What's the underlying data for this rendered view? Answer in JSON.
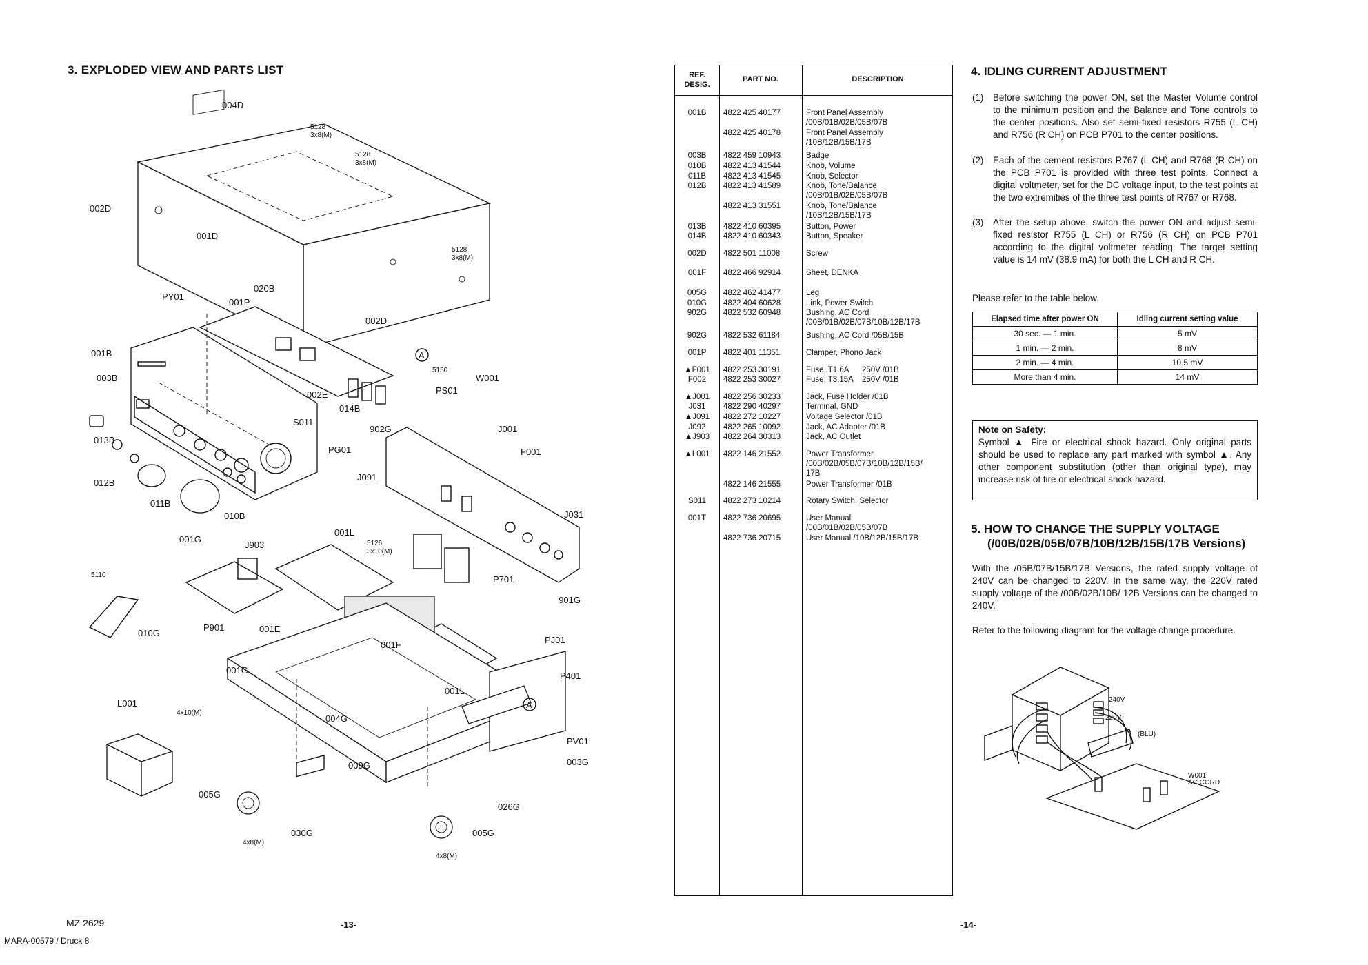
{
  "left": {
    "title": "3. EXPLODED VIEW AND PARTS LIST",
    "model": "MZ 2629",
    "doc_ref": "MARA-00579 / Druck 8",
    "page_number": "-13-",
    "labels": {
      "l004d": "004D",
      "l002d_a": "002D",
      "l001d": "001D",
      "l5128": "5128",
      "l3x8m": "3x8(M)",
      "py01": "PY01",
      "l001p": "001P",
      "l020b": "020B",
      "l002d_b": "002D",
      "l001b": "001B",
      "l003b": "003B",
      "l002e": "002E",
      "l014b": "014B",
      "ps01": "PS01",
      "w001": "W001",
      "s011": "S011",
      "pg01": "PG01",
      "l013b": "013B",
      "l902g": "902G",
      "j001": "J001",
      "f001": "F001",
      "l012b": "012B",
      "l011b": "011B",
      "l010b": "010B",
      "j091": "J091",
      "j031": "J031",
      "l001g_a": "001G",
      "j903": "J903",
      "l001l": "001L",
      "l5126": "5126",
      "l3x10m": "3x10(M)",
      "p701": "P701",
      "l5110": "5110",
      "l010g": "010G",
      "p901": "P901",
      "l001e": "001E",
      "l901g": "901G",
      "l001f": "001F",
      "pj01": "PJ01",
      "l001g_b": "001G",
      "p401": "P401",
      "l001l_b": "001L",
      "l001": "L001",
      "l4x10m": "4x10(M)",
      "l004g": "004G",
      "pv01": "PV01",
      "l009g": "009G",
      "l003g": "003G",
      "l005g_a": "005G",
      "l026g": "026G",
      "l030g": "030G",
      "l005g_b": "005G",
      "l4x8m": "4x8(M)",
      "l5150": "5150",
      "circle_a": "A"
    }
  },
  "parts_table": {
    "headers": {
      "ref": "REF.\nDESIG.",
      "part": "PART NO.",
      "desc": "DESCRIPTION"
    },
    "rows": [
      {
        "ref": "001B",
        "part": "4822 425 40177",
        "desc": "Front Panel Assembly\n/00B/01B/02B/05B/07B"
      },
      {
        "ref": "",
        "part": "4822 425 40178",
        "desc": "Front Panel Assembly\n/10B/12B/15B/17B"
      },
      {
        "ref": "003B",
        "part": "4822 459 10943",
        "desc": "Badge"
      },
      {
        "ref": "010B",
        "part": "4822 413 41544",
        "desc": "Knob, Volume"
      },
      {
        "ref": "011B",
        "part": "4822 413 41545",
        "desc": "Knob, Selector"
      },
      {
        "ref": "012B",
        "part": "4822 413 41589",
        "desc": "Knob, Tone/Balance\n/00B/01B/02B/05B/07B"
      },
      {
        "ref": "",
        "part": "4822 413 31551",
        "desc": "Knob, Tone/Balance\n/10B/12B/15B/17B"
      },
      {
        "ref": "013B",
        "part": "4822 410 60395",
        "desc": "Button, Power"
      },
      {
        "ref": "014B",
        "part": "4822 410 60343",
        "desc": "Button, Speaker"
      },
      {
        "ref": "002D",
        "part": "4822 501 11008",
        "desc": "Screw"
      },
      {
        "ref": "001F",
        "part": "4822 466 92914",
        "desc": "Sheet, DENKA"
      },
      {
        "ref": "005G",
        "part": "4822 462 41477",
        "desc": "Leg"
      },
      {
        "ref": "010G",
        "part": "4822 404 60628",
        "desc": "Link, Power Switch"
      },
      {
        "ref": "902G",
        "part": "4822 532 60948",
        "desc": "Bushing, AC Cord\n/00B/01B/02B/07B/10B/12B/17B"
      },
      {
        "ref": "902G",
        "part": "4822 532 61184",
        "desc": "Bushing, AC Cord /05B/15B"
      },
      {
        "ref": "001P",
        "part": "4822 401 11351",
        "desc": "Clamper, Phono Jack"
      },
      {
        "ref": "▲F001",
        "part": "4822 253 30191",
        "desc": "Fuse, T1.6A      250V /01B"
      },
      {
        "ref": "F002",
        "part": "4822 253 30027",
        "desc": "Fuse, T3.15A    250V /01B"
      },
      {
        "ref": "▲J001",
        "part": "4822 256 30233",
        "desc": "Jack, Fuse Holder /01B"
      },
      {
        "ref": "J031",
        "part": "4822 290 40297",
        "desc": "Terminal, GND"
      },
      {
        "ref": "▲J091",
        "part": "4822 272 10227",
        "desc": "Voltage Selector /01B"
      },
      {
        "ref": "J092",
        "part": "4822 265 10092",
        "desc": "Jack, AC Adapter /01B"
      },
      {
        "ref": "▲J903",
        "part": "4822 264 30313",
        "desc": "Jack, AC Outlet"
      },
      {
        "ref": "▲L001",
        "part": "4822 146 21552",
        "desc": "Power Transformer\n/00B/02B/05B/07B/10B/12B/15B/\n17B"
      },
      {
        "ref": "",
        "part": "4822 146 21555",
        "desc": "Power Transformer /01B"
      },
      {
        "ref": "S011",
        "part": "4822 273 10214",
        "desc": "Rotary Switch, Selector"
      },
      {
        "ref": "001T",
        "part": "4822 736 20695",
        "desc": "User Manual\n/00B/01B/02B/05B/07B"
      },
      {
        "ref": "",
        "part": "4822 736 20715",
        "desc": "User Manual /10B/12B/15B/17B"
      }
    ]
  },
  "right": {
    "page_number": "-14-",
    "idle_title": "4. IDLING CURRENT ADJUSTMENT",
    "steps": [
      {
        "num": "(1)",
        "text": "Before switching the power ON, set the Master Volume control to the minimum position and the Balance and Tone controls to the center positions. Also set semi-fixed resistors R755 (L CH) and R756 (R CH) on PCB P701 to the center positions."
      },
      {
        "num": "(2)",
        "text": "Each of the cement resistors R767 (L CH) and R768 (R CH) on the PCB P701 is provided with three test points. Connect a digital voltmeter, set for the DC voltage input, to the test points at the two extremities of the three test points of R767 or R768."
      },
      {
        "num": "(3)",
        "text": "After the setup above, switch the power ON and adjust semi-fixed resistor R755 (L CH) or R756 (R CH) on PCB P701 according to the digital voltmeter reading. The target setting value is 14 mV (38.9 mA) for both the L CH and R CH."
      }
    ],
    "table_intro": "Please refer to the table below.",
    "idle_table": {
      "headers": [
        "Elapsed time after power ON",
        "Idling current setting value"
      ],
      "rows": [
        [
          "30 sec. — 1 min.",
          "5 mV"
        ],
        [
          "1 min. — 2 min.",
          "8 mV"
        ],
        [
          "2 min. — 4 min.",
          "10.5 mV"
        ],
        [
          "More than 4 min.",
          "14 mV"
        ]
      ]
    },
    "safety": {
      "title": "Note on Safety:",
      "text": "Symbol ▲ Fire or electrical shock hazard. Only original parts should be used to replace any part marked with symbol ▲. Any other component substitution (other than original type), may increase risk of fire or electrical shock hazard."
    },
    "supply_title": "5. HOW TO CHANGE THE SUPPLY VOLTAGE",
    "supply_subtitle": "(/00B/02B/05B/07B/10B/12B/15B/17B Versions)",
    "supply_para1": "With the /05B/07B/15B/17B Versions, the rated supply voltage of 240V can be changed to 220V. In the same way, the 220V rated supply voltage of the /00B/02B/10B/ 12B Versions can be changed to 240V.",
    "supply_para2": "Refer to the following diagram for the voltage change procedure.",
    "diagram_labels": {
      "v240": "240V",
      "v220": "220V",
      "blu": "(BLU)",
      "w001": "W001",
      "ac_cord": "AC CORD"
    }
  }
}
